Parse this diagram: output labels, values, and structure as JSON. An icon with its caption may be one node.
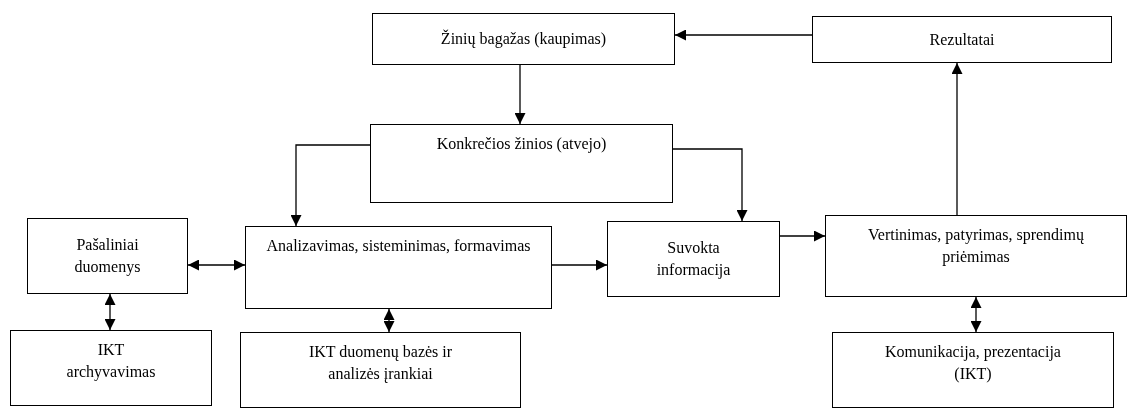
{
  "diagram": {
    "nodes": [
      {
        "text": [
          "Žinių bagažas (kaupimas)"
        ]
      },
      {
        "text": [
          "Rezultatai"
        ]
      },
      {
        "text": [
          "Konkrečios žinios (atvejo)"
        ]
      },
      {
        "text": [
          "Pašaliniai duomenys"
        ]
      },
      {
        "text": [
          "Analizavimas, sisteminimas, formavimas"
        ]
      },
      {
        "text": [
          "Suvokta informacija"
        ]
      },
      {
        "text": [
          "Vertinimas, patyrimas, sprendimų priėmimas"
        ]
      },
      {
        "text": [
          "IKT archyvavimas"
        ]
      },
      {
        "text": [
          "IKT duomenų bazės ir analizės įrankiai"
        ]
      },
      {
        "text": [
          "Komunikacija, prezentacija (IKT)"
        ]
      }
    ],
    "edges": [
      {
        "from": 1,
        "to": 0,
        "arrow": "to"
      },
      {
        "from": 0,
        "to": 2,
        "arrow": "to"
      },
      {
        "from": 2,
        "to": 4,
        "arrow": "to"
      },
      {
        "from": 2,
        "to": 5,
        "arrow": "to"
      },
      {
        "from": 4,
        "to": 5,
        "arrow": "to"
      },
      {
        "from": 5,
        "to": 6,
        "arrow": "to"
      },
      {
        "from": 6,
        "to": 1,
        "arrow": "to"
      },
      {
        "from": 3,
        "to": 4,
        "arrow": "both"
      },
      {
        "from": 3,
        "to": 7,
        "arrow": "both"
      },
      {
        "from": 4,
        "to": 8,
        "arrow": "both"
      },
      {
        "from": 6,
        "to": 9,
        "arrow": "both"
      }
    ]
  }
}
